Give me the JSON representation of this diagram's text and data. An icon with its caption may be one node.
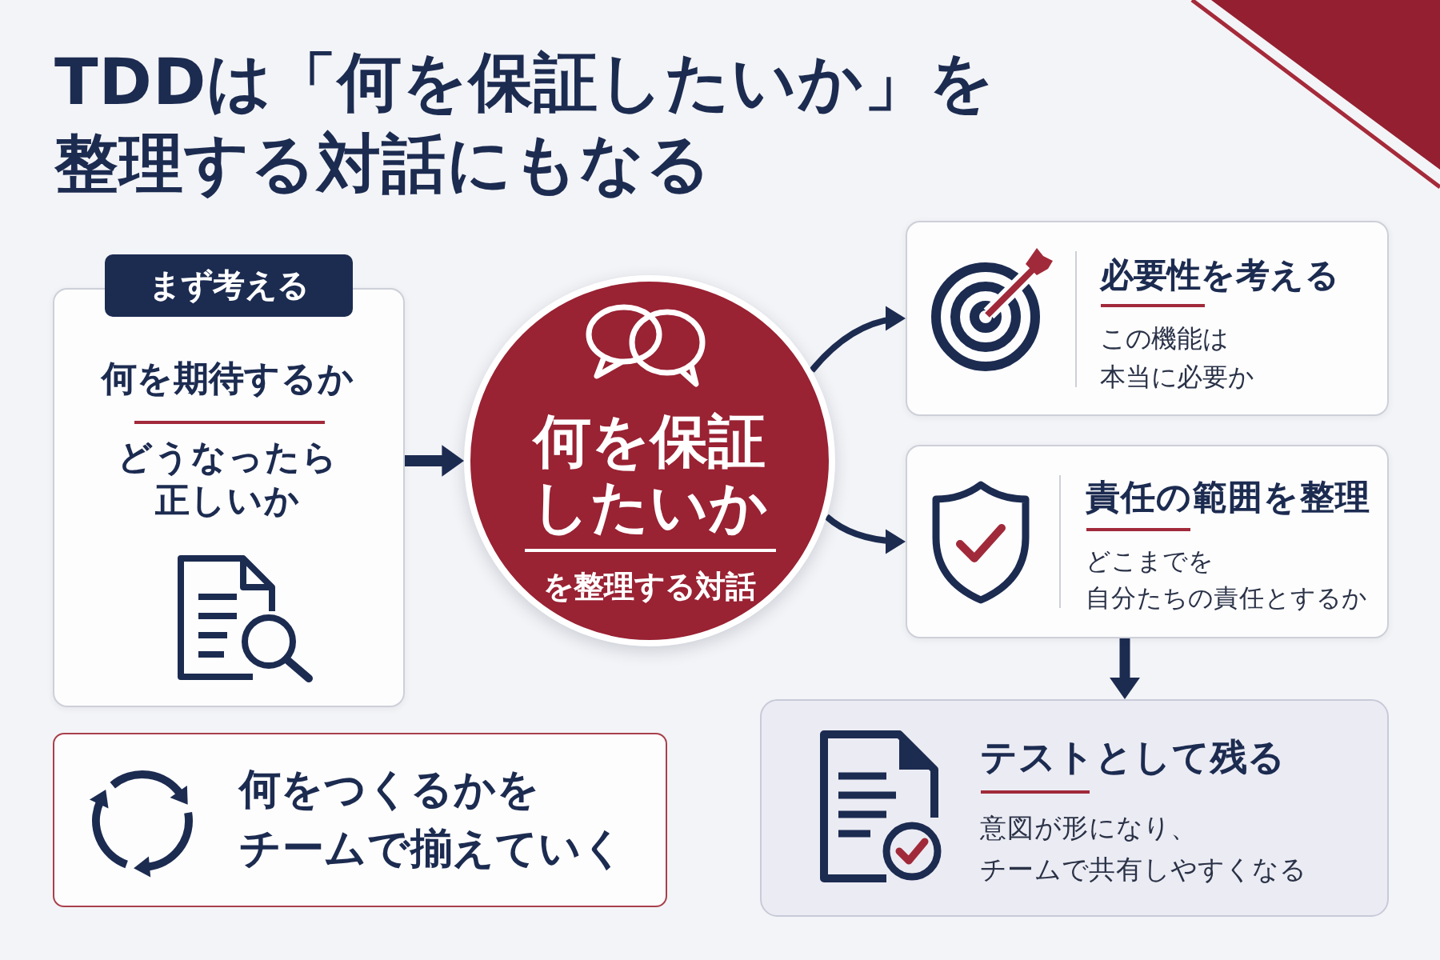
{
  "diagram": {
    "title": "TDDは「何を保証したいか」を整理する対話にもなる",
    "nodes": [
      {
        "text": [
          "まず考える",
          "何を期待するか",
          "どうなったら正しいか"
        ]
      },
      {
        "text": [
          "何を保証したいか",
          "を整理する対話"
        ]
      },
      {
        "text": [
          "必要性を考える",
          "この機能は本当に必要か"
        ]
      },
      {
        "text": [
          "責任の範囲を整理",
          "どこまでを自分たちの責任とするか"
        ]
      },
      {
        "text": [
          "テストとして残る",
          "意図が形になり、チームで共有しやすくなる"
        ]
      },
      {
        "text": [
          "何をつくるかをチームで揃えていく"
        ]
      }
    ],
    "edges": [
      {
        "from": 0,
        "to": 1,
        "arrow": "to"
      },
      {
        "from": 1,
        "to": 2,
        "arrow": "to"
      },
      {
        "from": 1,
        "to": 3,
        "arrow": "to"
      },
      {
        "from": 3,
        "to": 4,
        "arrow": "to"
      }
    ]
  }
}
